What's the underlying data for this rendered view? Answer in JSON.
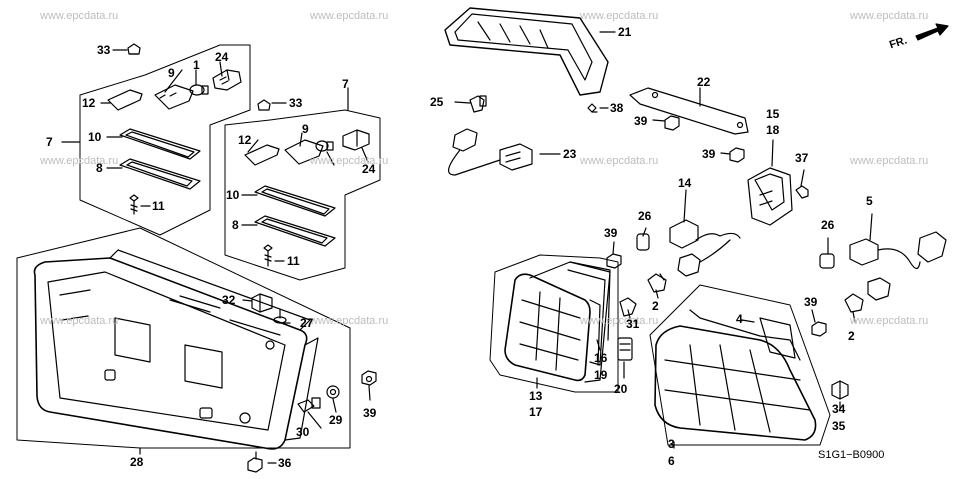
{
  "diagram": {
    "code": "S1G1−B0900",
    "fr_label": "FR.",
    "watermark": "www.epcdata.ru",
    "part_numbers": [
      "1",
      "2",
      "2",
      "3",
      "4",
      "5",
      "6",
      "7",
      "7",
      "8",
      "8",
      "9",
      "9",
      "10",
      "10",
      "11",
      "11",
      "12",
      "12",
      "13",
      "14",
      "15",
      "16",
      "17",
      "18",
      "19",
      "20",
      "21",
      "22",
      "23",
      "24",
      "24",
      "25",
      "26",
      "26",
      "27",
      "28",
      "29",
      "30",
      "31",
      "32",
      "33",
      "33",
      "34",
      "35",
      "36",
      "37",
      "38",
      "39",
      "39",
      "39",
      "39",
      "39",
      "39"
    ]
  }
}
